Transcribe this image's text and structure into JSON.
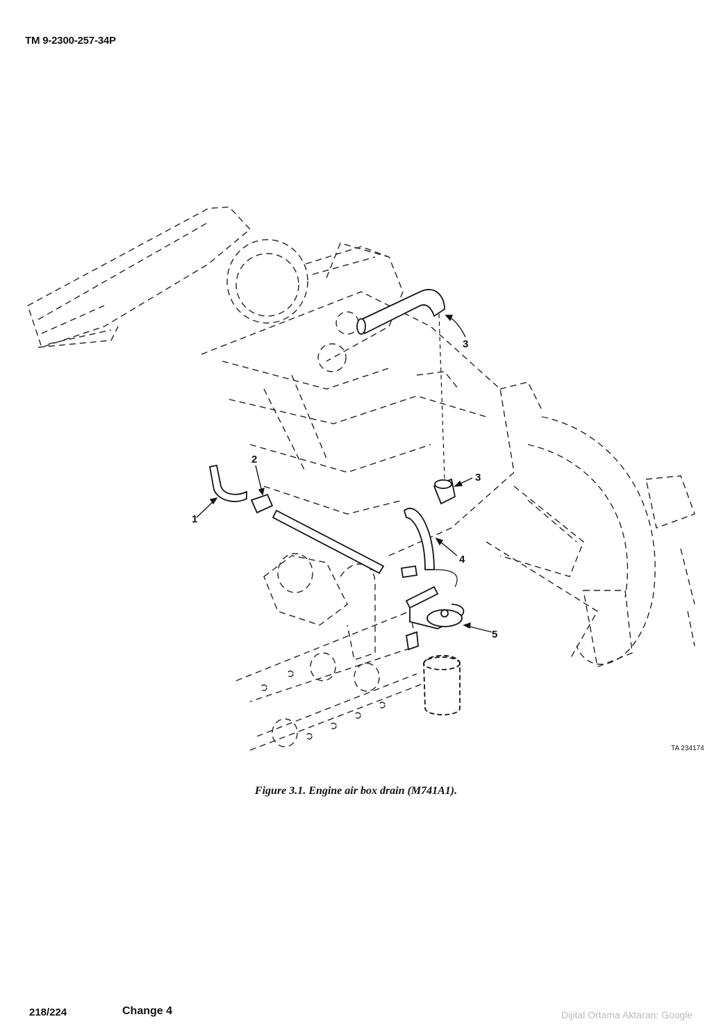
{
  "header": {
    "doc_id": "TM 9-2300-257-34P"
  },
  "figure": {
    "caption": "Figure 3.1.  Engine air box drain (M741A1).",
    "ta_code": "TA 234174",
    "callouts": [
      "1",
      "2",
      "3",
      "3",
      "4",
      "5"
    ]
  },
  "footer": {
    "page_number": "218/224",
    "change": "Change 4",
    "watermark": "Dijital Ortama Aktaran: Google"
  }
}
